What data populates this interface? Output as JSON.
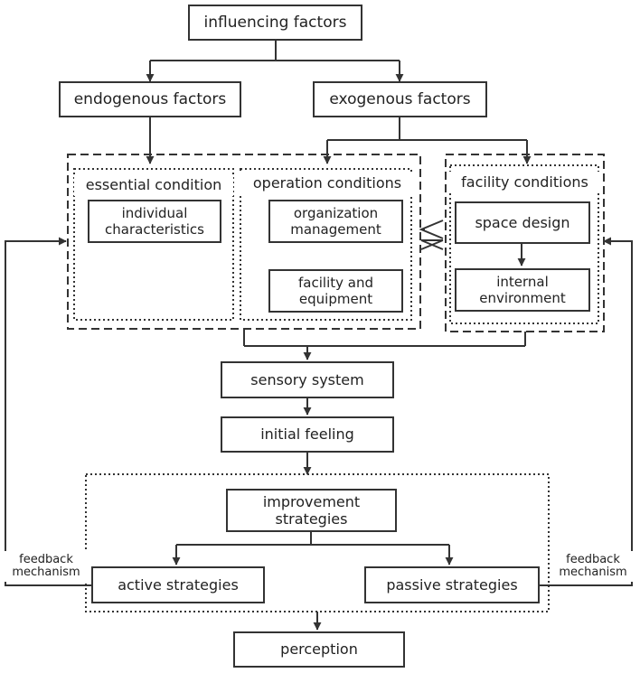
{
  "diagram": {
    "top": {
      "influencing_factors": "influencing factors"
    },
    "factors": {
      "endogenous": "endogenous factors",
      "exogenous": "exogenous factors"
    },
    "groups": {
      "essential": {
        "title": "essential condition",
        "item1": "individual characteristics"
      },
      "operation": {
        "title": "operation conditions",
        "item1": "organization management",
        "item2": "facility and equipment"
      },
      "facility": {
        "title": "facility conditions",
        "item1": "space design",
        "item2": "internal environment"
      }
    },
    "flow": {
      "sensory_system": "sensory system",
      "initial_feeling": "initial feeling"
    },
    "strategies": {
      "improvement": "improvement strategies",
      "active": "active strategies",
      "passive": "passive strategies"
    },
    "result": {
      "perception": "perception"
    },
    "feedback": {
      "left": "feedback mechanism",
      "right": "feedback mechanism"
    }
  }
}
